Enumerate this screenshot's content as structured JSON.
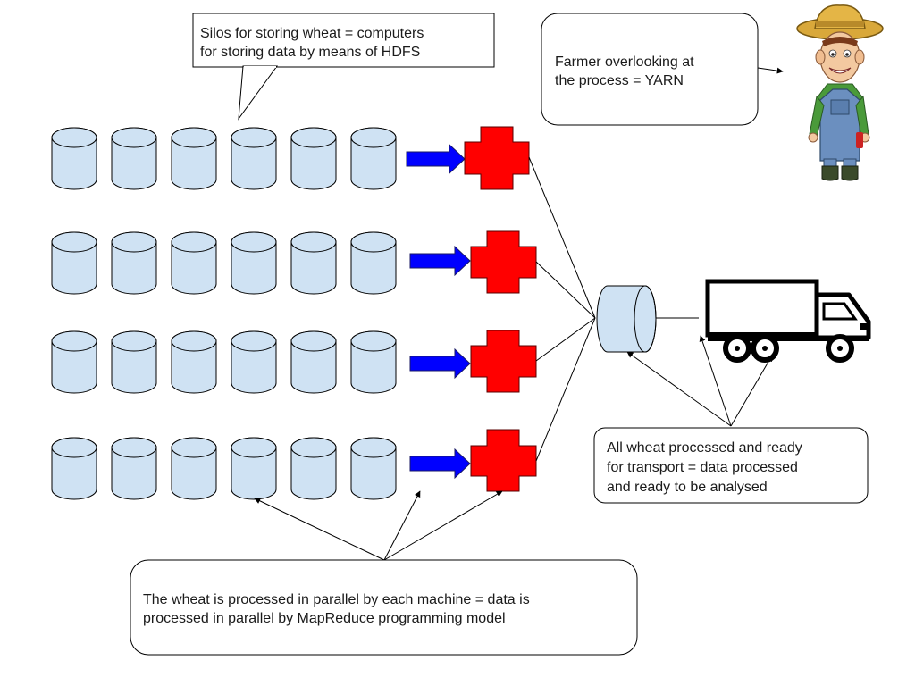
{
  "callouts": {
    "silos": {
      "line1": "Silos for storing wheat = computers",
      "line2": "for storing data by means of HDFS"
    },
    "farmer": {
      "line1": "Farmer overlooking at",
      "line2": "the process = YARN"
    },
    "processed": {
      "line1": "All wheat processed and ready",
      "line2": "for transport = data processed",
      "line3": "and ready to be analysed"
    },
    "parallel": {
      "line1": "The wheat is processed in parallel by each machine = data is",
      "line2": "processed in parallel by MapReduce programming model"
    }
  },
  "grid": {
    "rows": 4,
    "silos_per_row": 6
  },
  "colors": {
    "silo_fill": "#cfe2f3",
    "arrow_fill": "#0000ff",
    "cross_fill": "#ff0000",
    "truck_fill": "#ffffff",
    "line": "#000000"
  },
  "icons": {
    "silo": "silo-cylinder-icon",
    "machine": "red-cross-icon",
    "truck": "truck-icon",
    "farmer": "farmer-icon",
    "storage": "storage-cylinder-icon"
  }
}
